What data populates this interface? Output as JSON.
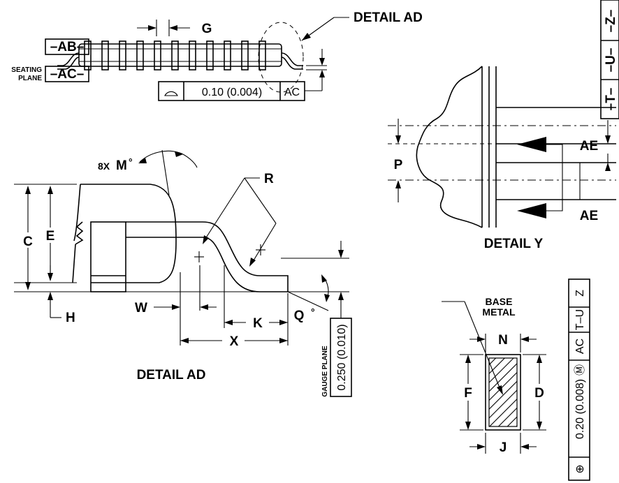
{
  "detail_ad": {
    "callout": "DETAIL AD",
    "caption": "DETAIL AD",
    "datum_ab": "–AB–",
    "datum_ac": "–AC–",
    "seating_plane": [
      "SEATING",
      "PLANE"
    ],
    "gauge_plane": "GAUGE PLANE",
    "gauge_value": "0.250 (0.010)",
    "flatness_value": "0.10 (0.004)",
    "flatness_datum": "AC",
    "dims": {
      "G": "G",
      "C": "C",
      "E": "E",
      "H": "H",
      "W": "W",
      "K": "K",
      "X": "X",
      "R": "R",
      "Q": "Q",
      "M": "M",
      "deg": "°",
      "eight_x": "8X"
    }
  },
  "detail_y": {
    "caption": "DETAIL Y",
    "datum_t": "–T–",
    "datum_u": "–U–",
    "datum_z": "–Z–",
    "dims": {
      "P": "P",
      "AE_top": "AE",
      "AE_bottom": "AE"
    }
  },
  "section": {
    "base_metal": [
      "BASE",
      "METAL"
    ],
    "dims": {
      "N": "N",
      "F": "F",
      "D": "D",
      "J": "J"
    },
    "fcf": {
      "symbol": "⊕",
      "tolerance": "0.20 (0.008)",
      "modifier": "Ⓜ",
      "datum1": "AC",
      "datum2": "T–U",
      "datum3": "Z"
    }
  }
}
